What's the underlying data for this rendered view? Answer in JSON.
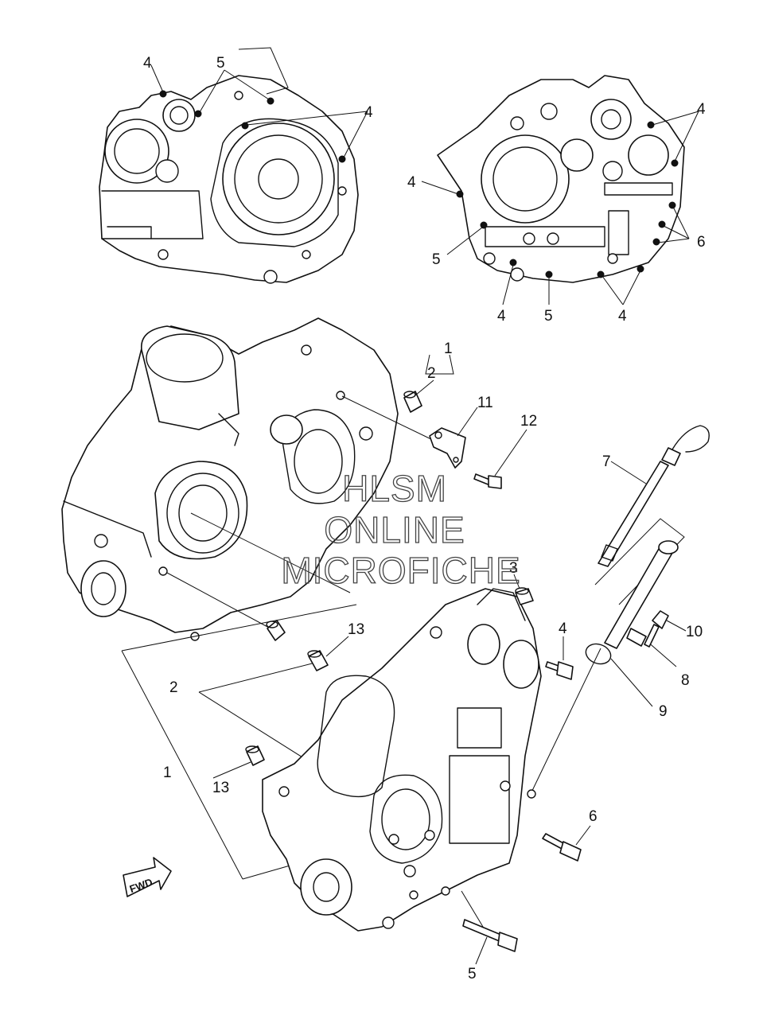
{
  "watermark": {
    "lines": [
      "HLSM",
      "ONLINE",
      "MICROFICHE"
    ],
    "color": "#444444"
  },
  "direction_badge": {
    "label": "FWD"
  },
  "callouts_top_left": [
    "4",
    "5",
    "4"
  ],
  "callouts_top_right": [
    "4",
    "4",
    "5",
    "6",
    "4",
    "5",
    "4"
  ],
  "callouts_main": [
    "1",
    "2",
    "11",
    "12",
    "7",
    "3",
    "10",
    "4",
    "8",
    "9",
    "13",
    "2",
    "1",
    "13",
    "6",
    "5"
  ],
  "colors": {
    "line": "#111111",
    "background": "#ffffff"
  }
}
